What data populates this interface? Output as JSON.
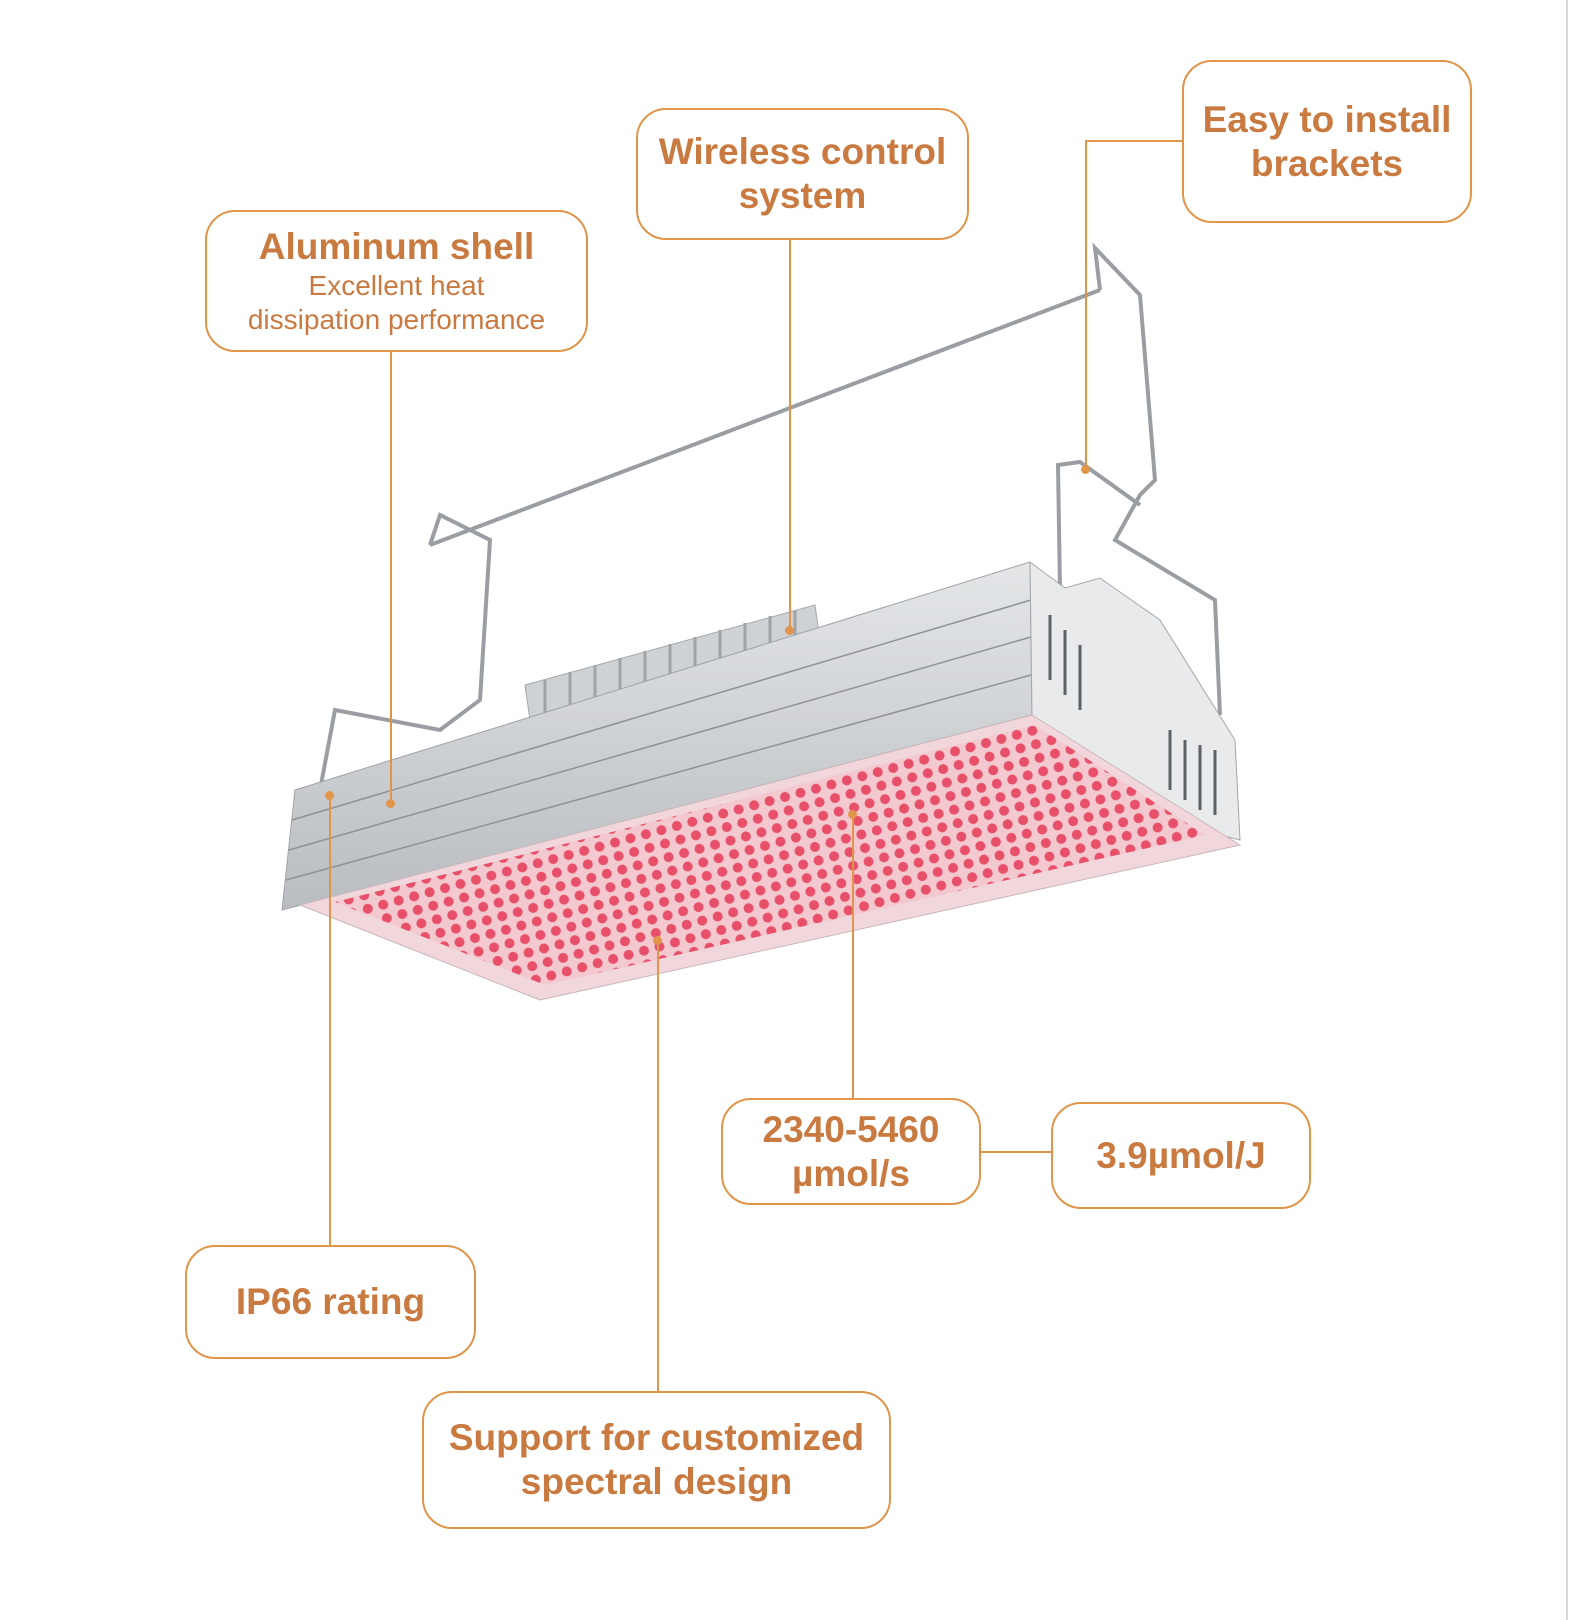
{
  "accent_color": "#e0954a",
  "text_color": "#c97a40",
  "callouts": {
    "aluminum": {
      "title": "Aluminum shell",
      "subtitle_1": "Excellent heat",
      "subtitle_2": "dissipation performance"
    },
    "wireless": {
      "line1": "Wireless control",
      "line2": "system"
    },
    "brackets": {
      "line1": "Easy to install",
      "line2": "brackets"
    },
    "ppf": {
      "line1": "2340-5460",
      "line2": "µmol/s"
    },
    "efficacy": {
      "line1": "3.9µmol/J"
    },
    "ip": {
      "line1": "IP66 rating"
    },
    "spectrum": {
      "line1": "Support for customized",
      "line2": "spectral design"
    }
  }
}
